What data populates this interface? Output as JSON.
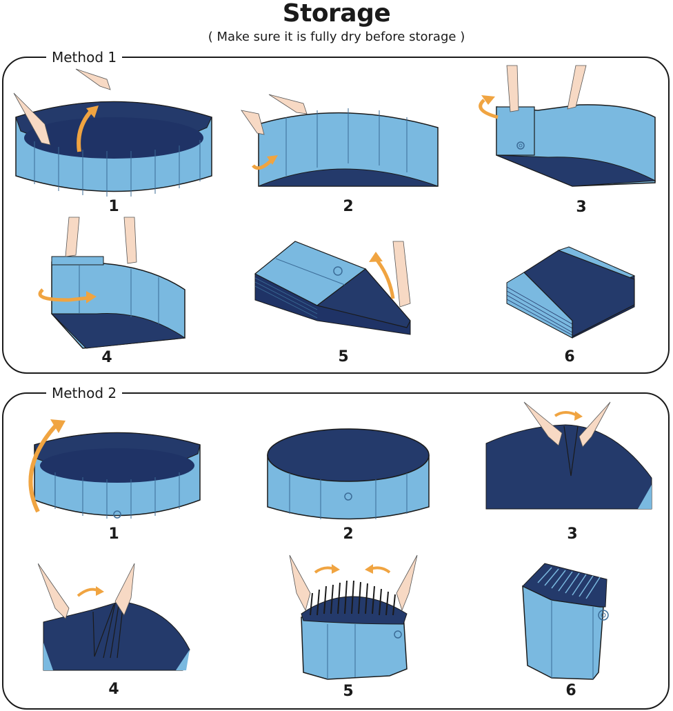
{
  "header": {
    "title": "Storage",
    "subtitle": "( Make sure it is fully dry before storage )"
  },
  "colors": {
    "pool_outer": "#7ab9e0",
    "pool_inner": "#243a6b",
    "arrow": "#f0a441",
    "skin": "#f7d9c4",
    "outline": "#1a1a1a"
  },
  "methods": [
    {
      "label": "Method 1",
      "steps": [
        {
          "number": "1",
          "illustration": "open-pool-grip-rim"
        },
        {
          "number": "2",
          "illustration": "lift-one-side-fold"
        },
        {
          "number": "3",
          "illustration": "fold-panel-over"
        },
        {
          "number": "4",
          "illustration": "continue-folding-panels"
        },
        {
          "number": "5",
          "illustration": "flatten-folded-stack"
        },
        {
          "number": "6",
          "illustration": "folded-square-stack"
        }
      ]
    },
    {
      "label": "Method 2",
      "steps": [
        {
          "number": "1",
          "illustration": "flip-pool-upside-down"
        },
        {
          "number": "2",
          "illustration": "pool-flipped"
        },
        {
          "number": "3",
          "illustration": "pinch-bottom-fold"
        },
        {
          "number": "4",
          "illustration": "pleat-bottom-folds"
        },
        {
          "number": "5",
          "illustration": "gather-pleats-together"
        },
        {
          "number": "6",
          "illustration": "compact-folded-pool"
        }
      ]
    }
  ]
}
